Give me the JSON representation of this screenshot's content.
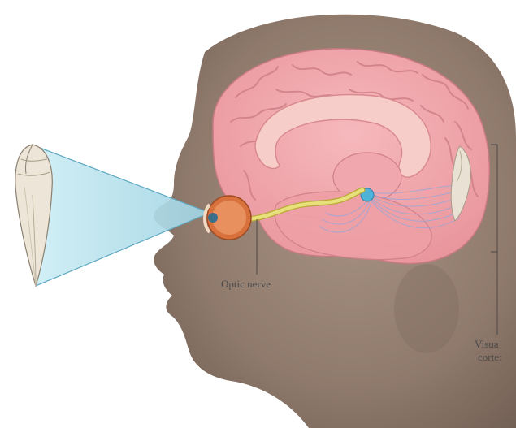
{
  "labels": {
    "optic_nerve": "Optic nerve",
    "visual_cortex_line1": "Visua",
    "visual_cortex_line2": "corte:"
  },
  "colors": {
    "skin": "#9a8576",
    "skin_dark": "#7d6a5e",
    "brain": "#f2a9ae",
    "brain_fold": "#d98a91",
    "corpus_callosum": "#f7c7c5",
    "cone": "#b9e3ee",
    "nerve": "#e8e07a",
    "shell": "#e9e1d3",
    "eye": "#d9713c"
  }
}
